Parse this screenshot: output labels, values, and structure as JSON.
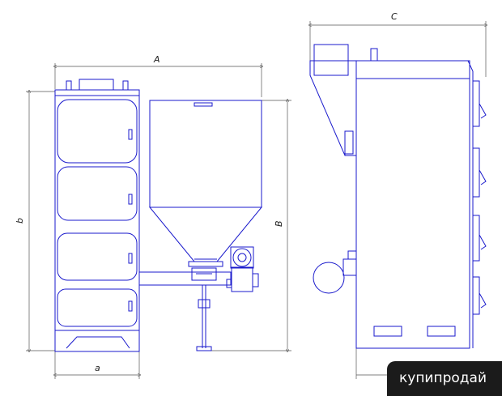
{
  "drawing": {
    "line_color": "#1a1acc",
    "dimension_color": "#555555",
    "dimensions": {
      "A": "A",
      "B": "B",
      "b": "b",
      "a": "a",
      "C": "C"
    }
  },
  "watermark": {
    "text": "купипродай",
    "background": "#1b1b1b"
  }
}
